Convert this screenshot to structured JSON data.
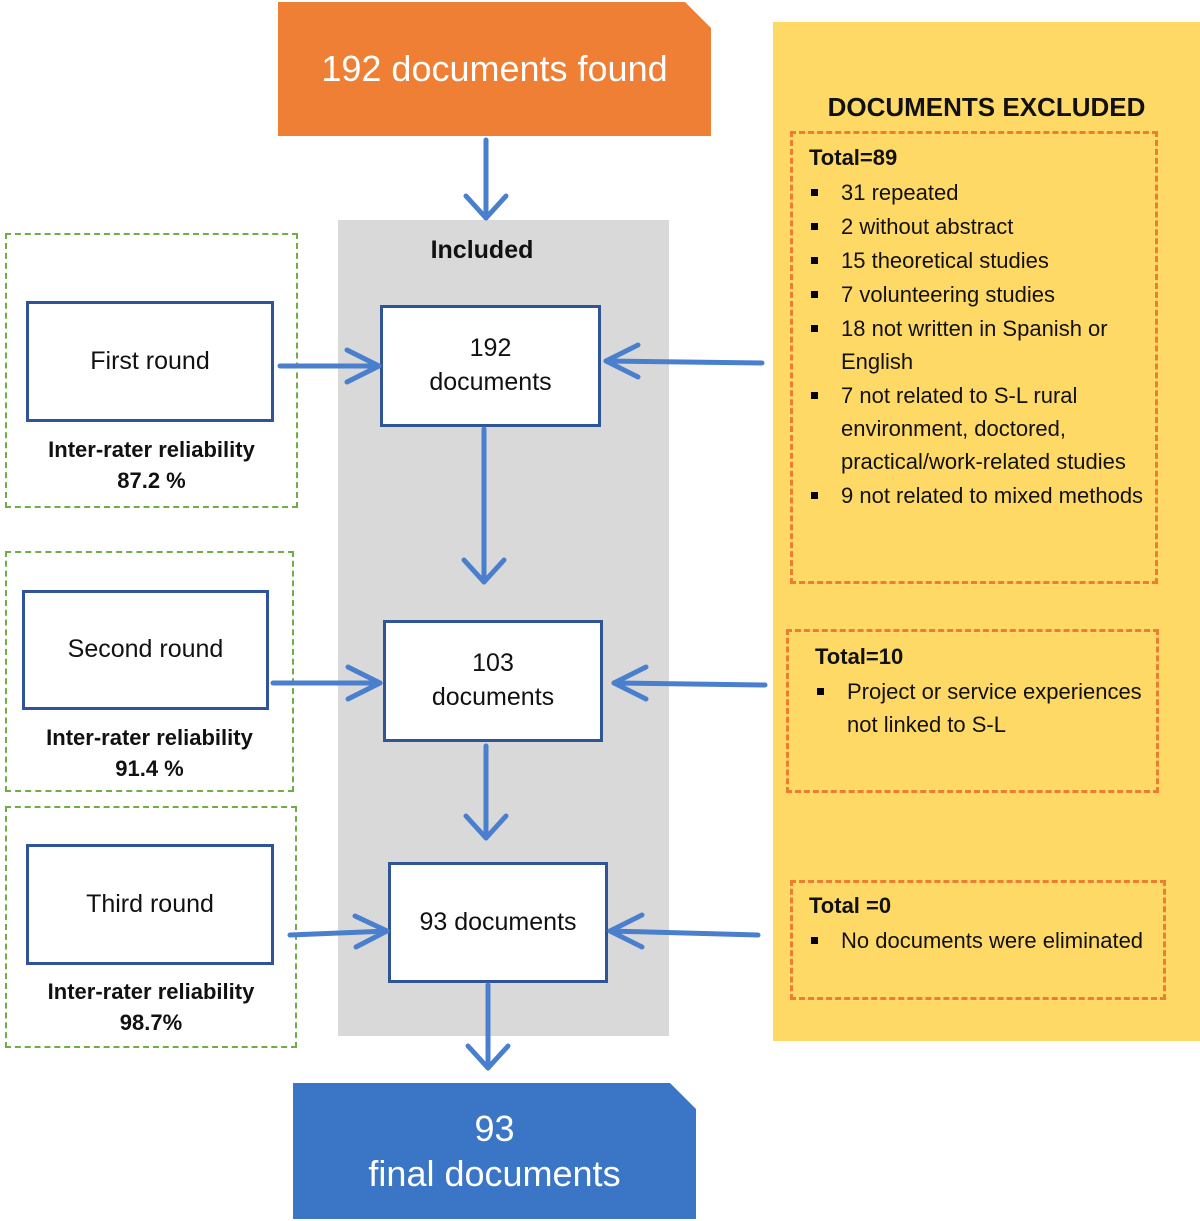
{
  "top_banner": {
    "text": "192 documents found"
  },
  "center": {
    "label": "Included",
    "boxes": [
      {
        "lines": [
          "192",
          "documents"
        ]
      },
      {
        "lines": [
          "103",
          "documents"
        ]
      },
      {
        "lines": [
          "93 documents"
        ]
      }
    ]
  },
  "rounds": [
    {
      "label": "First round",
      "irr_label": "Inter-rater reliability",
      "irr_value": "87.2 %"
    },
    {
      "label": "Second round",
      "irr_label": "Inter-rater reliability",
      "irr_value": "91.4 %"
    },
    {
      "label": "Third round",
      "irr_label": "Inter-rater reliability",
      "irr_value": "98.7%"
    }
  ],
  "excluded": {
    "title": "DOCUMENTS EXCLUDED",
    "groups": [
      {
        "total": "Total=89",
        "items": [
          "31 repeated",
          "2 without abstract",
          "15 theoretical studies",
          "7 volunteering studies",
          "18 not written in Spanish or English",
          "7 not related to S-L rural environment, doctored, practical/work-related studies",
          "9 not related to mixed methods"
        ]
      },
      {
        "total": "Total=10",
        "items": [
          "Project or service experiences not linked to S-L"
        ]
      },
      {
        "total": "Total =0",
        "items": [
          "No documents were eliminated"
        ]
      }
    ]
  },
  "bottom_banner": {
    "lines": [
      "93",
      "final documents"
    ]
  },
  "colors": {
    "orange_banner": "#ee7f34",
    "blue_banner": "#3b76c6",
    "arrow_blue": "#4a7fce",
    "box_border": "#2f5597",
    "green_dash": "#70ad47",
    "orange_dash": "#ed7d31",
    "yellow_panel": "#ffd966",
    "gray_panel": "#d9d9d9"
  }
}
